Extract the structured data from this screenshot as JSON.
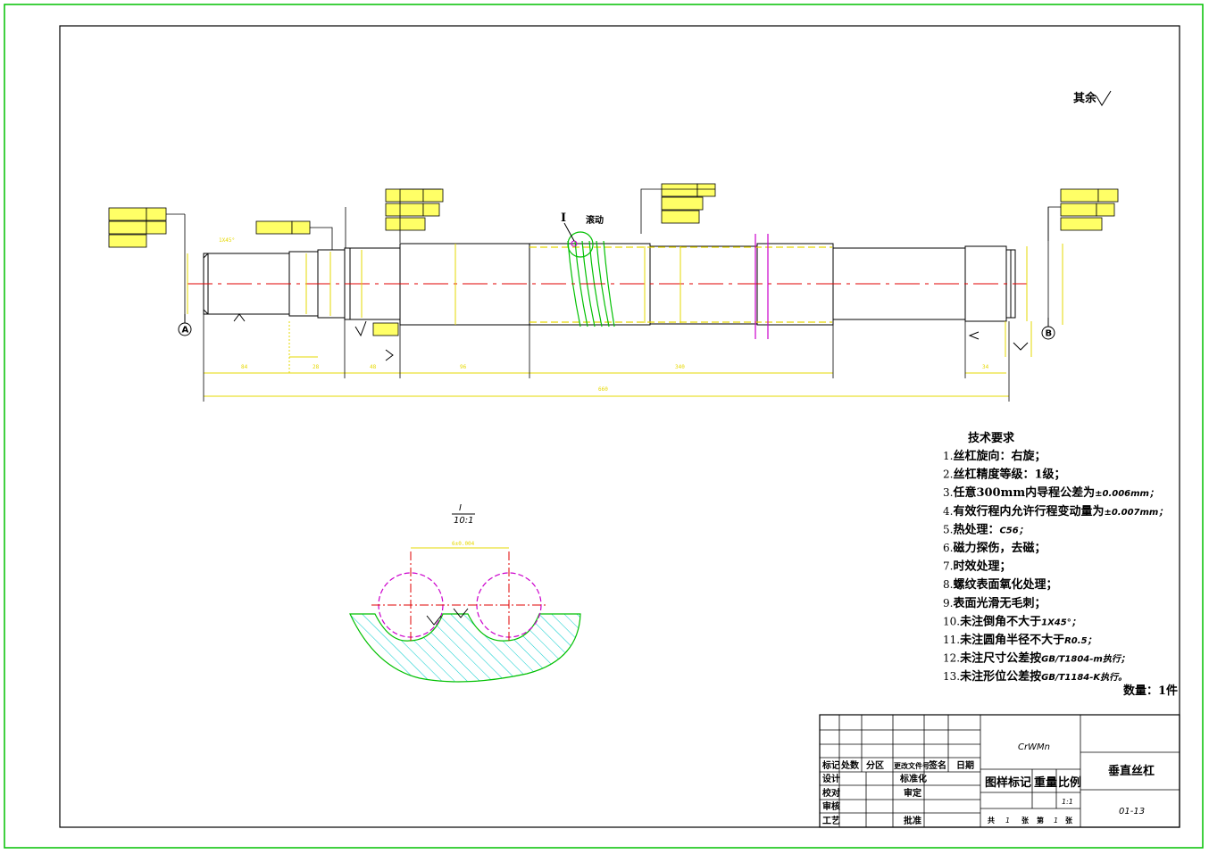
{
  "drawing": {
    "title": "垂直丝杠",
    "drawing_no": "01-13",
    "material": "CrWMn",
    "scale": "1:1",
    "quantity": "数量：1件",
    "surface_note": "其余",
    "colors": {
      "border": "#00c000",
      "outline": "#000000",
      "dims": "#e6d800",
      "centerline": "#e00000",
      "section_mark": "#cc00cc",
      "hatch": "#00cccc",
      "profile": "#00c000"
    }
  },
  "labels": {
    "detail_id": "I",
    "rolling_label": "滚动",
    "datum_a": "A",
    "datum_b": "B",
    "detail_scale": "I",
    "detail_scale2": "10:1"
  },
  "tech": {
    "heading": "技术要求",
    "items": [
      {
        "n": "1.",
        "main": "丝杠旋向：右旋；",
        "tail": ""
      },
      {
        "n": "2.",
        "main": "丝杠精度等级：1级；",
        "tail": ""
      },
      {
        "n": "3.",
        "main": "任意300mm内导程公差为",
        "tail": "±0.006mm；"
      },
      {
        "n": "4.",
        "main": "有效行程内允许行程变动量为",
        "tail": "±0.007mm；"
      },
      {
        "n": "5.",
        "main": "热处理：",
        "tail": "C56；"
      },
      {
        "n": "6.",
        "main": "磁力探伤，去磁；",
        "tail": ""
      },
      {
        "n": "7.",
        "main": "时效处理；",
        "tail": ""
      },
      {
        "n": "8.",
        "main": "螺纹表面氧化处理；",
        "tail": ""
      },
      {
        "n": "9.",
        "main": "表面光滑无毛刺；",
        "tail": ""
      },
      {
        "n": "10.",
        "main": "未注倒角不大于",
        "tail": "1X45°；"
      },
      {
        "n": "11.",
        "main": "未注圆角半径不大于",
        "tail": "R0.5；"
      },
      {
        "n": "12.",
        "main": "未注尺寸公差按",
        "tail": "GB/T1804-m执行；"
      },
      {
        "n": "13.",
        "main": "未注形位公差按",
        "tail": "GB/T1184-K执行。"
      }
    ]
  },
  "title_block": {
    "headers": [
      "标记",
      "处数",
      "分区",
      "更改文件号",
      "签名",
      "日期"
    ],
    "roles": [
      "设计",
      "校对",
      "审核",
      "工艺"
    ],
    "roles_mid": [
      "标准化",
      "审定",
      "批准"
    ],
    "row_labels": {
      "pattern": "图样标记",
      "weight": "重量",
      "ratio": "比例"
    },
    "sheet": {
      "total_pre": "共",
      "total": "1",
      "sheet_word": "张",
      "no_pre": "第",
      "no": "1",
      "no_word": "张"
    }
  }
}
